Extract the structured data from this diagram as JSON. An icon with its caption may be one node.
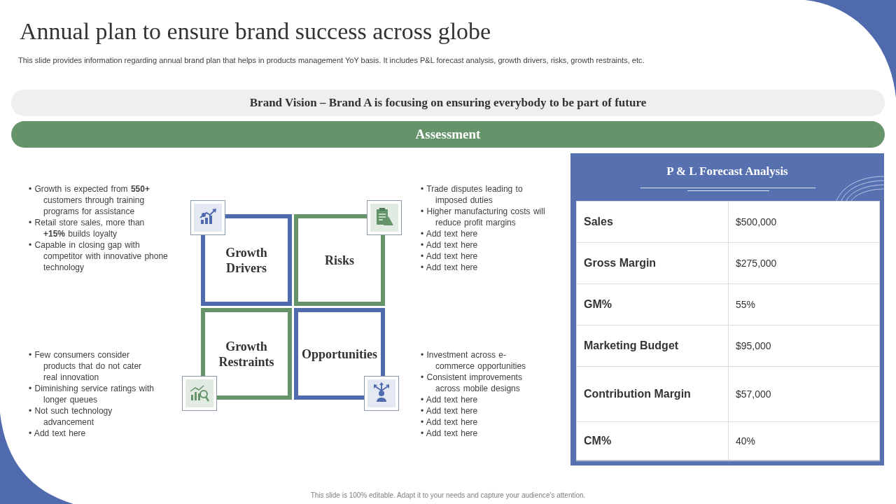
{
  "diagram": {
    "title": "Annual plan to ensure brand success across globe",
    "nodes": [
      {
        "text": [
          "Brand Vision – Brand A is focusing on ensuring everybody to be part of future"
        ]
      },
      {
        "text": [
          "Assessment"
        ]
      },
      {
        "text": [
          "Growth Drivers"
        ],
        "beside": [
          "• Growth is expected from **550+** customers through training programs for assistance",
          "• Retail store sales, more than **+15%** builds loyalty",
          "• Capable in closing gap with competitor with innovative phone technology"
        ]
      },
      {
        "text": [
          "Risks"
        ],
        "beside": [
          "• Trade disputes leading to imposed duties",
          "• Higher manufacturing costs will reduce profit margins",
          "• Add text here",
          "• Add text here",
          "• Add text here",
          "• Add text here"
        ]
      },
      {
        "text": [
          "Growth Restraints"
        ],
        "beside": [
          "• Few consumers consider products that do not cater real innovation",
          "• Diminishing service ratings with longer queues",
          "• Not such technology advancement",
          "• Add text here"
        ]
      },
      {
        "text": [
          "Opportunities"
        ],
        "beside": [
          "• Investment across e-commerce opportunities",
          "• Consistent improvements across mobile designs",
          "• Add text here",
          "• Add text here",
          "• Add text here",
          "• Add text here"
        ]
      },
      {
        "text": [
          "P & L Forecast Analysis"
        ]
      }
    ],
    "labels": [
      "This slide provides information regarding annual brand plan that helps in products management YoY basis. It includes P&L forecast analysis, growth drivers, risks, growth restraints, etc.",
      "Sales",
      "$500,000",
      "Gross Margin",
      "$275,000",
      "GM%",
      "55%",
      "Marketing Budget",
      "$95,000",
      "Contribution Margin",
      "$57,000",
      "CM%",
      "40%",
      "This slide is 100% editable. Adapt it to your needs and capture your audience's attention."
    ]
  }
}
